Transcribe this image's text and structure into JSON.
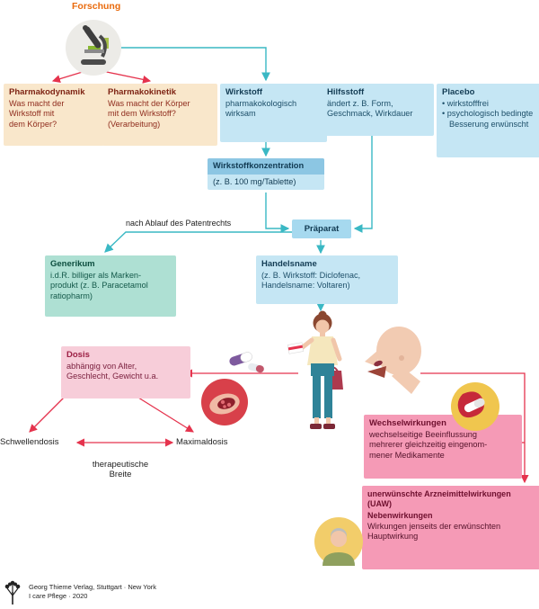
{
  "title": {
    "text": "Forschung"
  },
  "boxes": {
    "pharmakodynamik": {
      "title": "Pharmakodynamik",
      "body": "Was macht der\nWirkstoff mit\ndem Körper?"
    },
    "pharmakokinetik": {
      "title": "Pharmakokinetik",
      "body": "Was macht der Körper\nmit dem Wirkstoff?\n(Verarbeitung)"
    },
    "wirkstoff": {
      "title": "Wirkstoff",
      "body": "pharmakokologisch\nwirksam"
    },
    "hilfsstoff": {
      "title": "Hilfsstoff",
      "body": "ändert z. B. Form,\nGeschmack, Wirkdauer"
    },
    "placebo": {
      "title": "Placebo",
      "bullets": [
        "• wirkstofffrei",
        "• psychologisch bedingte Besserung erwünscht"
      ]
    },
    "wirkstoffkonzentration": {
      "title": "Wirkstoffkonzentration",
      "body": "(z. B. 100 mg/Tablette)"
    },
    "praeparat": {
      "title": "Präparat"
    },
    "generikum": {
      "title": "Generikum",
      "body": "i.d.R. billiger als Marken-\nprodukt (z. B. Paracetamol\nratiopharm)"
    },
    "handelsname": {
      "title": "Handelsname",
      "body": "(z. B. Wirkstoff: Diclofenac,\nHandelsname: Voltaren)"
    },
    "dosis": {
      "title": "Dosis",
      "body": "abhängig von Alter,\nGeschlecht, Gewicht u.a."
    },
    "wechselwirkungen": {
      "title": "Wechselwirkungen",
      "body": "wechselseitige Beeinflussung\nmehrerer gleichzeitig eingenom-\nmener Medikamente"
    },
    "uaw": {
      "title": "unerwünschte Arzneimittelwirkungen\n(UAW)",
      "subtitle": "Nebenwirkungen",
      "body": "Wirkungen jenseits der erwünschten\nHauptwirkung"
    }
  },
  "labels": {
    "patent": "nach Ablauf des Patentrechts",
    "schwellendosis": "Schwellendosis",
    "maximaldosis": "Maximaldosis",
    "therapeutische_breite": "therapeutische\nBreite"
  },
  "footer": {
    "publisher": "Georg Thieme Verlag, Stuttgart · New York",
    "edition": "I care Pflege · 2020"
  },
  "icons": {
    "microscope": "research-microscope",
    "blood_vessel": "blood-vessel-cross-section",
    "capsules": "medicine-capsules",
    "stomach": "stomach-with-capsule",
    "head_profile": "head-profile-swallowing-pill",
    "woman": "woman-carrying-medications",
    "elderly_person": "elderly-person-portrait",
    "thieme_tree": "thieme-tree-logo"
  },
  "colors": {
    "accent_orange": "#e96a0c",
    "arrow_teal": "#3ab8c4",
    "arrow_red": "#e5334d",
    "box_cream": "#f9e7cb",
    "box_blue": "#c5e6f4",
    "box_blue_dark": "#8cc6e3",
    "box_blue_mid": "#a6d9ef",
    "box_green": "#aee0d3",
    "box_pink_light": "#f7cdd9",
    "box_pink": "#f59ab6"
  }
}
